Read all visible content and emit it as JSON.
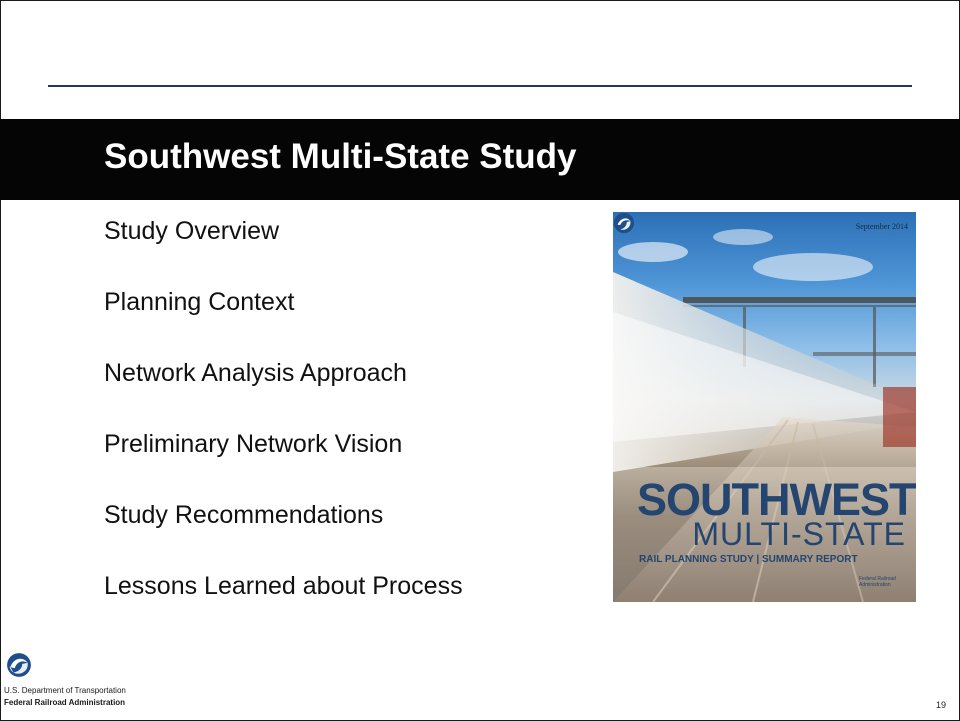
{
  "slide": {
    "title": "Southwest Multi-State Study",
    "bullets": [
      "Study Overview",
      "Planning Context",
      "Network Analysis Approach",
      "Preliminary Network Vision",
      "Study Recommendations",
      "Lessons Learned about Process"
    ],
    "page_number": "19"
  },
  "cover": {
    "date": "September 2014",
    "title_line1": "SOUTHWEST",
    "title_line2": "MULTI-STATE",
    "subtitle": "RAIL PLANNING STUDY | SUMMARY REPORT",
    "logo_text": "Federal Railroad Administration"
  },
  "footer": {
    "department": "U.S. Department of Transportation",
    "administration": "Federal Railroad Administration",
    "logo_icon": "dot-triskelion-icon"
  },
  "colors": {
    "title_bar": "#050505",
    "rule": "#1f3a5c",
    "cover_title": "#23456f",
    "dot_blue": "#1f4e8c"
  }
}
